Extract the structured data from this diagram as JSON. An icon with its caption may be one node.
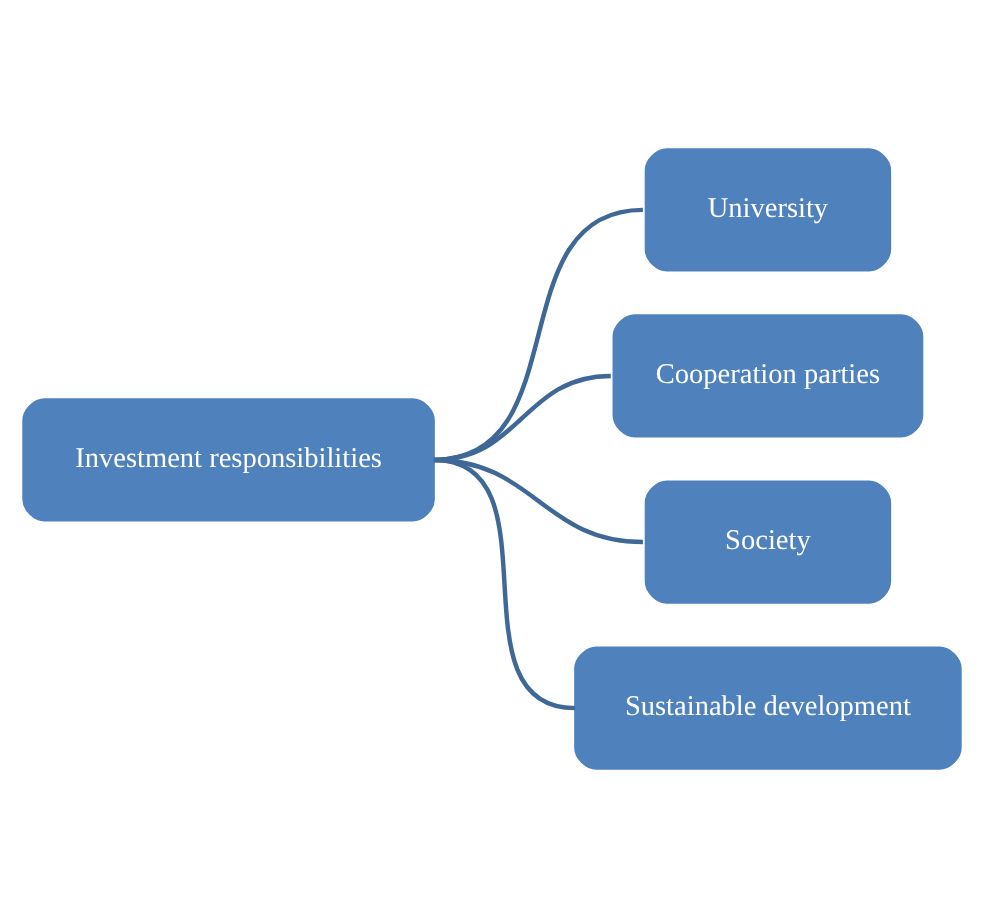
{
  "diagram": {
    "nodes": [
      {
        "text": [
          "Investment responsibilities"
        ]
      },
      {
        "text": [
          "University"
        ]
      },
      {
        "text": [
          "Cooperation parties"
        ]
      },
      {
        "text": [
          "Society"
        ]
      },
      {
        "text": [
          "Sustainable development"
        ]
      }
    ],
    "edges": [
      {
        "from": 0,
        "to": 1,
        "arrow": "none"
      },
      {
        "from": 0,
        "to": 2,
        "arrow": "none"
      },
      {
        "from": 0,
        "to": 3,
        "arrow": "none"
      },
      {
        "from": 0,
        "to": 4,
        "arrow": "none"
      }
    ]
  }
}
